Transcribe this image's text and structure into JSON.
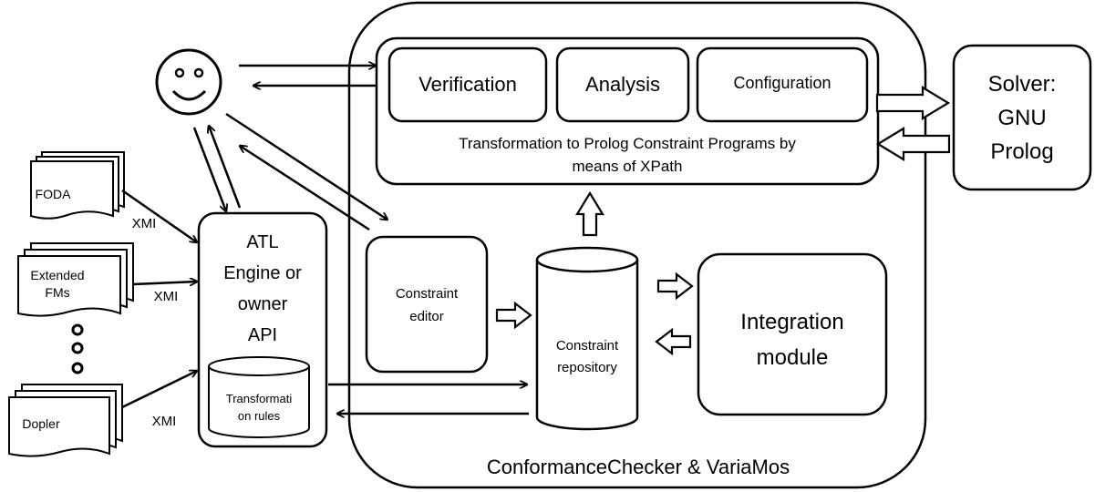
{
  "container_label": "ConformanceChecker  & VariaMos",
  "operations": {
    "verification": "Verification",
    "analysis": "Analysis",
    "configuration": "Configuration"
  },
  "transformation": {
    "line1": "Transformation to Prolog  Constraint Programs by",
    "line2": "means of  XPath"
  },
  "solver": {
    "line1": "Solver:",
    "line2": "GNU",
    "line3": "Prolog"
  },
  "engine": {
    "line1": "ATL",
    "line2": "Engine or",
    "line3": "owner",
    "line4": "API"
  },
  "transformation_rules": {
    "line1": "Transformati",
    "line2": "on rules"
  },
  "constraint_editor": {
    "line1": "Constraint",
    "line2": "editor"
  },
  "constraint_repository": {
    "line1": "Constraint",
    "line2": "repository"
  },
  "integration_module": {
    "line1": "Integration",
    "line2": "module"
  },
  "models": {
    "foda": "FODA",
    "extended_line1": "Extended",
    "extended_line2": "FMs",
    "dopler": "Dopler"
  },
  "xmi_labels": {
    "foda": "XMI",
    "extended": "XMI",
    "dopler": "XMI"
  },
  "user_icon": "smiley-face-icon"
}
